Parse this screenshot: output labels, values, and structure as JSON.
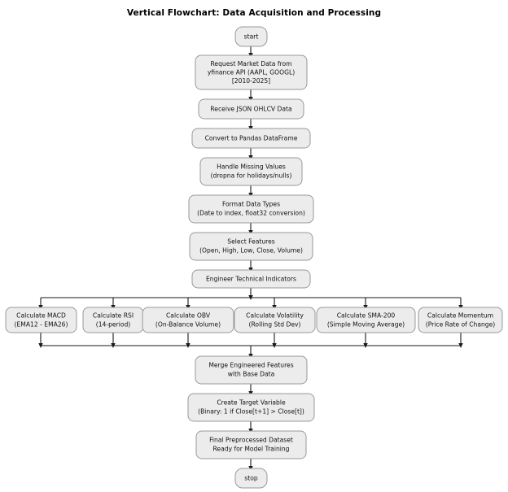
{
  "title": "Vertical Flowchart: Data Acquisition and Processing",
  "colors": {
    "background": "#ffffff",
    "node_fill": "#ececec",
    "node_stroke": "#999999",
    "edge": "#1a1a1a",
    "text": "#111111"
  },
  "nodes": {
    "start": {
      "label": "start",
      "shape": "terminal"
    },
    "request": {
      "line1": "Request Market Data from",
      "line2": "yfinance API (AAPL, GOOGL)",
      "line3": "[2010-2025]"
    },
    "receive": {
      "line1": "Receive JSON OHLCV Data"
    },
    "convert": {
      "line1": "Convert to Pandas DataFrame"
    },
    "missing": {
      "line1": "Handle Missing Values",
      "line2": "(dropna for holidays/nulls)"
    },
    "format": {
      "line1": "Format Data Types",
      "line2": "(Date to index, float32 conversion)"
    },
    "features": {
      "line1": "Select Features",
      "line2": "(Open, High, Low, Close, Volume)"
    },
    "engineer": {
      "line1": "Engineer Technical Indicators"
    },
    "macd": {
      "line1": "Calculate MACD",
      "line2": "(EMA12 - EMA26)"
    },
    "rsi": {
      "line1": "Calculate RSI",
      "line2": "(14-period)"
    },
    "obv": {
      "line1": "Calculate OBV",
      "line2": "(On-Balance Volume)"
    },
    "volatility": {
      "line1": "Calculate Volatility",
      "line2": "(Rolling Std Dev)"
    },
    "sma": {
      "line1": "Calculate SMA-200",
      "line2": "(Simple Moving Average)"
    },
    "momentum": {
      "line1": "Calculate Momentum",
      "line2": "(Price Rate of Change)"
    },
    "merge": {
      "line1": "Merge Engineered Features",
      "line2": "with Base Data"
    },
    "target": {
      "line1": "Create Target Variable",
      "line2": "(Binary: 1 if Close[t+1] > Close[t])"
    },
    "final": {
      "line1": "Final Preprocessed Dataset",
      "line2": "Ready for Model Training"
    },
    "stop": {
      "label": "stop",
      "shape": "terminal"
    }
  },
  "chart_data": {
    "type": "diagram",
    "diagram_kind": "flowchart",
    "orientation": "vertical",
    "title": "Vertical Flowchart: Data Acquisition and Processing",
    "node_sequence": [
      "start",
      "Request Market Data from yfinance API (AAPL, GOOGL) [2010-2025]",
      "Receive JSON OHLCV Data",
      "Convert to Pandas DataFrame",
      "Handle Missing Values (dropna for holidays/nulls)",
      "Format Data Types (Date to index, float32 conversion)",
      "Select Features (Open, High, Low, Close, Volume)",
      "Engineer Technical Indicators"
    ],
    "parallel_branches": [
      "Calculate MACD (EMA12 - EMA26)",
      "Calculate RSI (14-period)",
      "Calculate OBV (On-Balance Volume)",
      "Calculate Volatility (Rolling Std Dev)",
      "Calculate SMA-200 (Simple Moving Average)",
      "Calculate Momentum (Price Rate of Change)"
    ],
    "merge_sequence": [
      "Merge Engineered Features with Base Data",
      "Create Target Variable (Binary: 1 if Close[t+1] > Close[t])",
      "Final Preprocessed Dataset Ready for Model Training",
      "stop"
    ],
    "node_count": 18,
    "branch_count": 6
  }
}
